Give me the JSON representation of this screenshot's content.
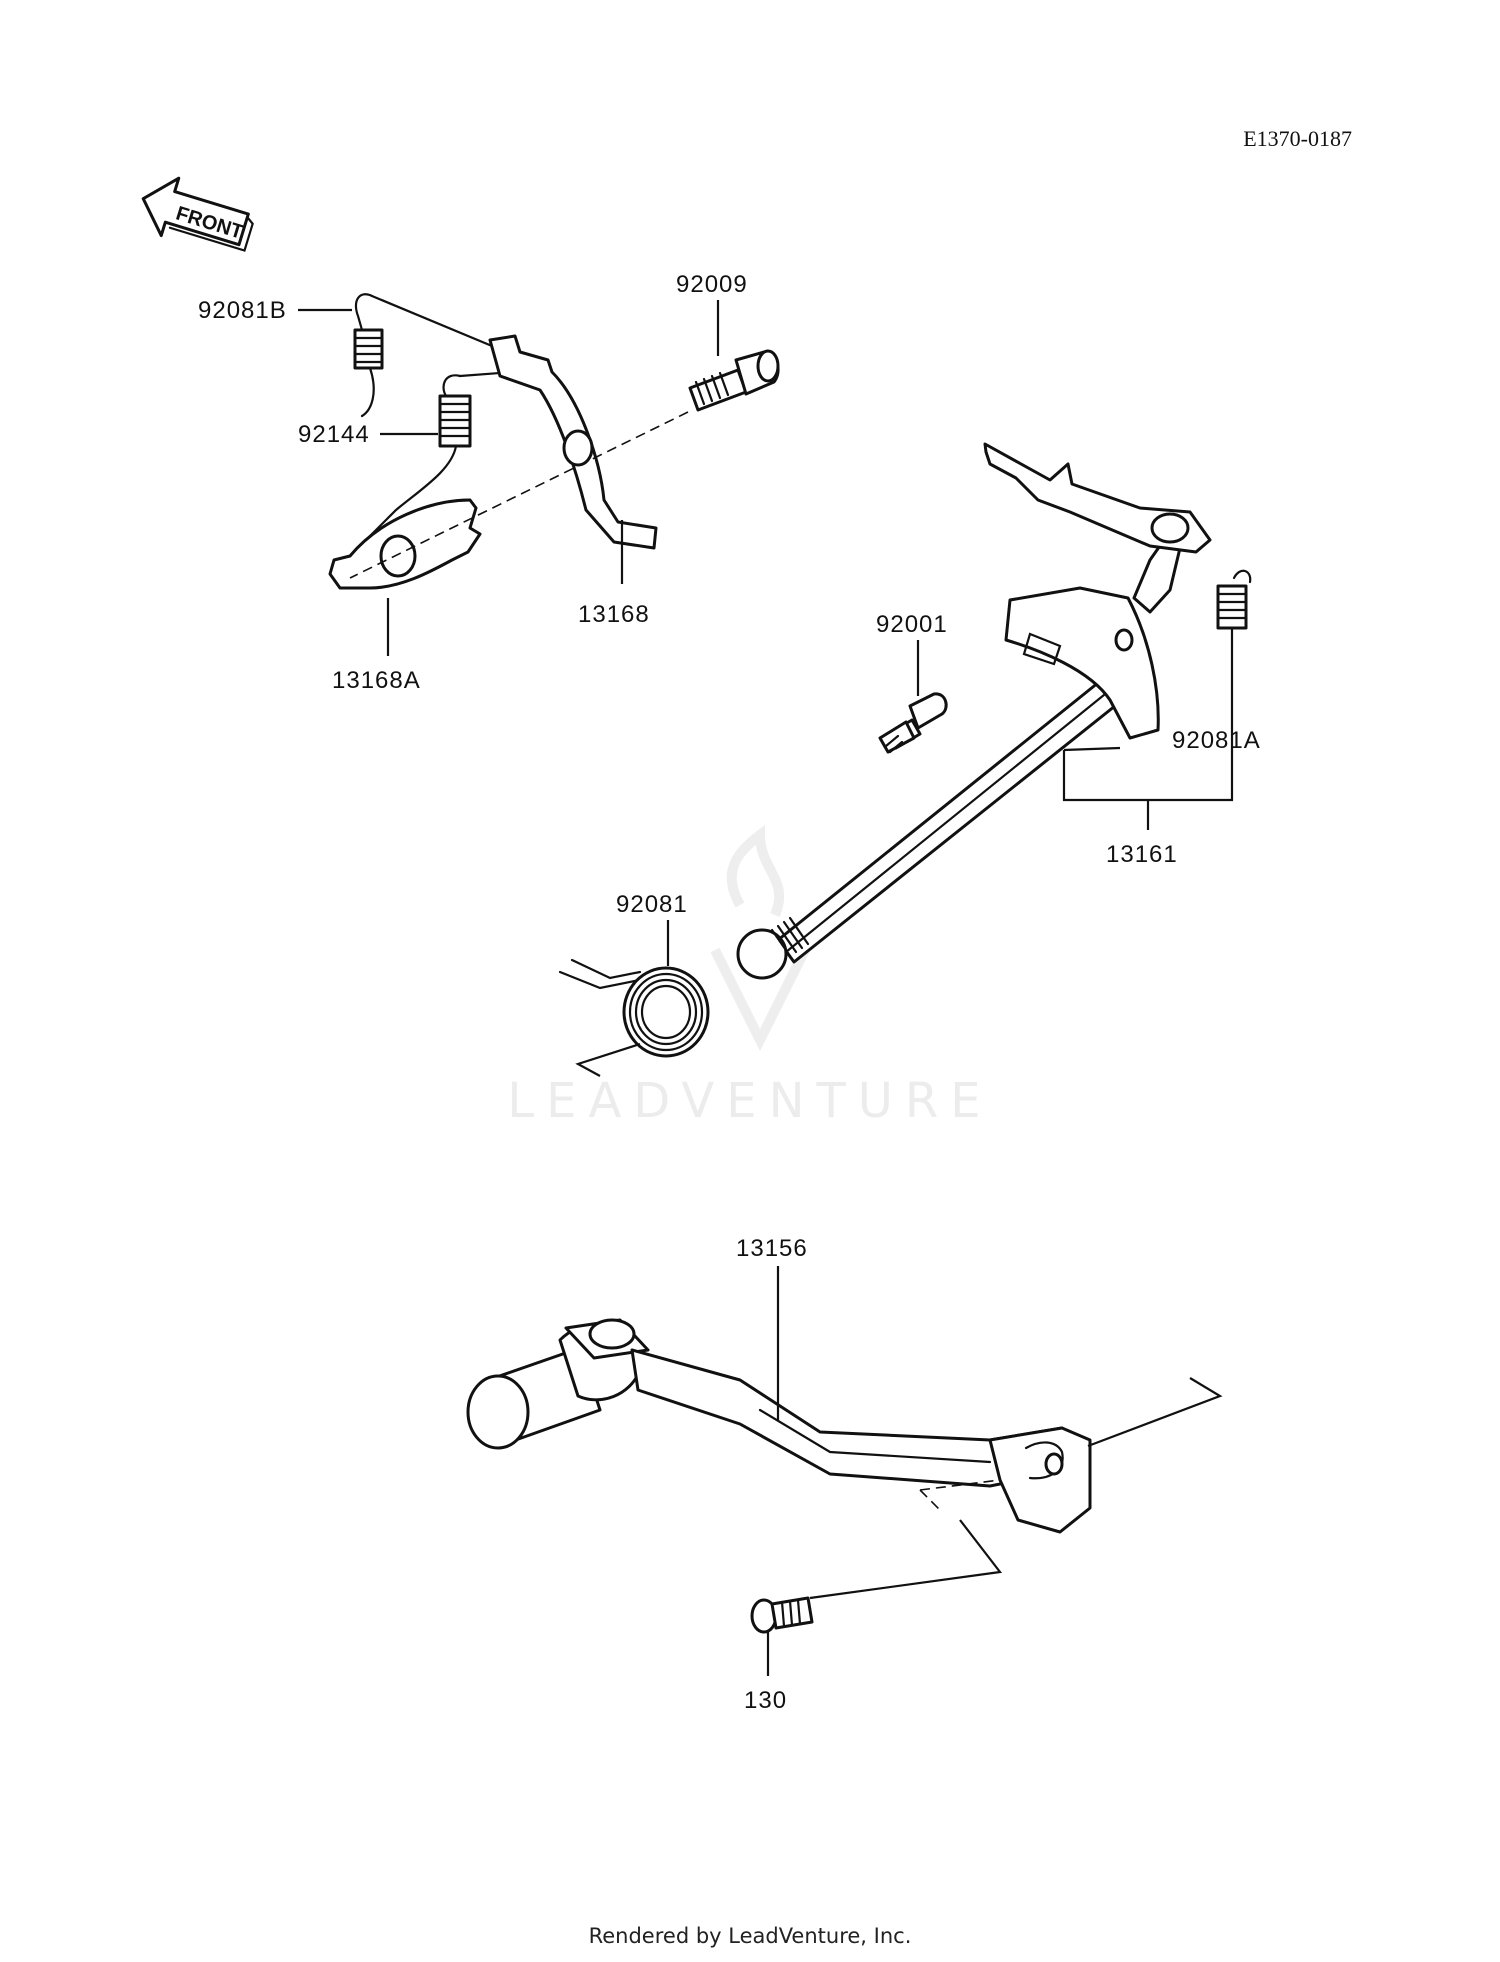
{
  "diagram": {
    "ref_code": "E1370-0187",
    "front_badge": "FRONT",
    "watermark": "LEADVENTURE",
    "parts": [
      {
        "id": "92081B",
        "label": "92081B"
      },
      {
        "id": "92009",
        "label": "92009"
      },
      {
        "id": "92144",
        "label": "92144"
      },
      {
        "id": "13168",
        "label": "13168"
      },
      {
        "id": "13168A",
        "label": "13168A"
      },
      {
        "id": "92001",
        "label": "92001"
      },
      {
        "id": "92081A",
        "label": "92081A"
      },
      {
        "id": "13161",
        "label": "13161"
      },
      {
        "id": "92081",
        "label": "92081"
      },
      {
        "id": "13156",
        "label": "13156"
      },
      {
        "id": "130",
        "label": "130"
      }
    ]
  },
  "footer": {
    "text": "Rendered by LeadVenture, Inc."
  }
}
